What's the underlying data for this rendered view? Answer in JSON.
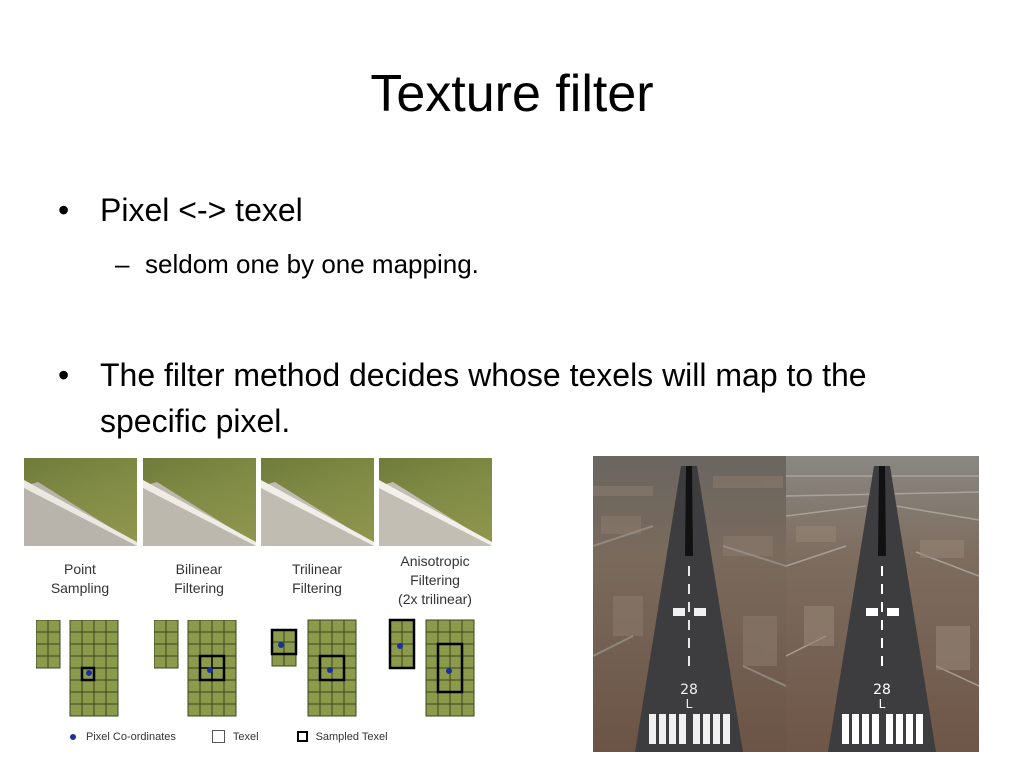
{
  "slide": {
    "title": "Texture filter",
    "bullets": [
      {
        "mark": "•",
        "text": "Pixel <-> texel"
      },
      {
        "mark": "–",
        "text": "seldom one by one mapping."
      },
      {
        "mark": "•",
        "text": "The filter method decides whose texels will map to the specific pixel."
      }
    ]
  },
  "diagram": {
    "filters": [
      {
        "line1": "Point",
        "line2": "Sampling",
        "line3": ""
      },
      {
        "line1": "Bilinear",
        "line2": "Filtering",
        "line3": ""
      },
      {
        "line1": "Trilinear",
        "line2": "Filtering",
        "line3": ""
      },
      {
        "line1": "Anisotropic",
        "line2": "Filtering",
        "line3": "(2x trilinear)"
      }
    ],
    "legend": {
      "pixel": "Pixel Co-ordinates",
      "texel": "Texel",
      "sampled": "Sampled Texel"
    },
    "colors": {
      "texel": "#8c9a4b",
      "pixel_dot": "#1b2f9e"
    }
  },
  "runways": {
    "marking": "28",
    "marking_side": "L"
  }
}
